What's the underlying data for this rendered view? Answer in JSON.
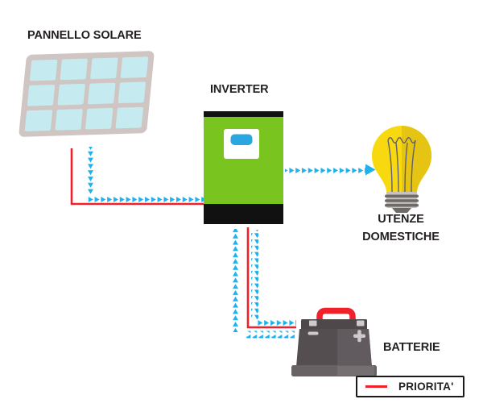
{
  "labels": {
    "solar_panel": "PANNELLO SOLARE",
    "inverter": "INVERTER",
    "loads_line1": "UTENZE",
    "loads_line2": "DOMESTICHE",
    "battery": "BATTERIE"
  },
  "legend": {
    "label": "PRIORITA'",
    "line_style": "solid",
    "line_color": "#f0212b"
  },
  "flows": [
    {
      "from": "pannello-solare",
      "to": "inverter",
      "arrow_color": "#1fb0ee",
      "priority_line": true
    },
    {
      "from": "inverter",
      "to": "utenze-domestiche",
      "arrow_color": "#1fb0ee",
      "priority_line": false
    },
    {
      "from": "inverter",
      "to": "batterie",
      "arrow_color": "#1fb0ee",
      "priority_line": true
    },
    {
      "from": "batterie",
      "to": "inverter",
      "arrow_color": "#1fb0ee",
      "priority_line": false
    }
  ],
  "colors": {
    "bg": "#ffffff",
    "ink": "#231f20",
    "cyan": "#1fb0ee",
    "red": "#f0212b",
    "green": "#79c41e",
    "dark": "#111111",
    "displayBlue": "#2aa7e0",
    "panelFrame": "#cfc5c2",
    "panelCell": "#c5ebf0",
    "bulbYellow": "#f8d90f",
    "bulbShade": "#e5c414",
    "filament": "#5f5f72",
    "metal": "#c6c2bf",
    "metalDark": "#6e6a68",
    "batteryTop": "#4e484b",
    "batteryBody": "#544e51",
    "batteryBodyLight": "#615a5e",
    "batteryBase": "#696265",
    "batteryBaseLight": "#766f72",
    "terminal": "#cfcbcd"
  }
}
